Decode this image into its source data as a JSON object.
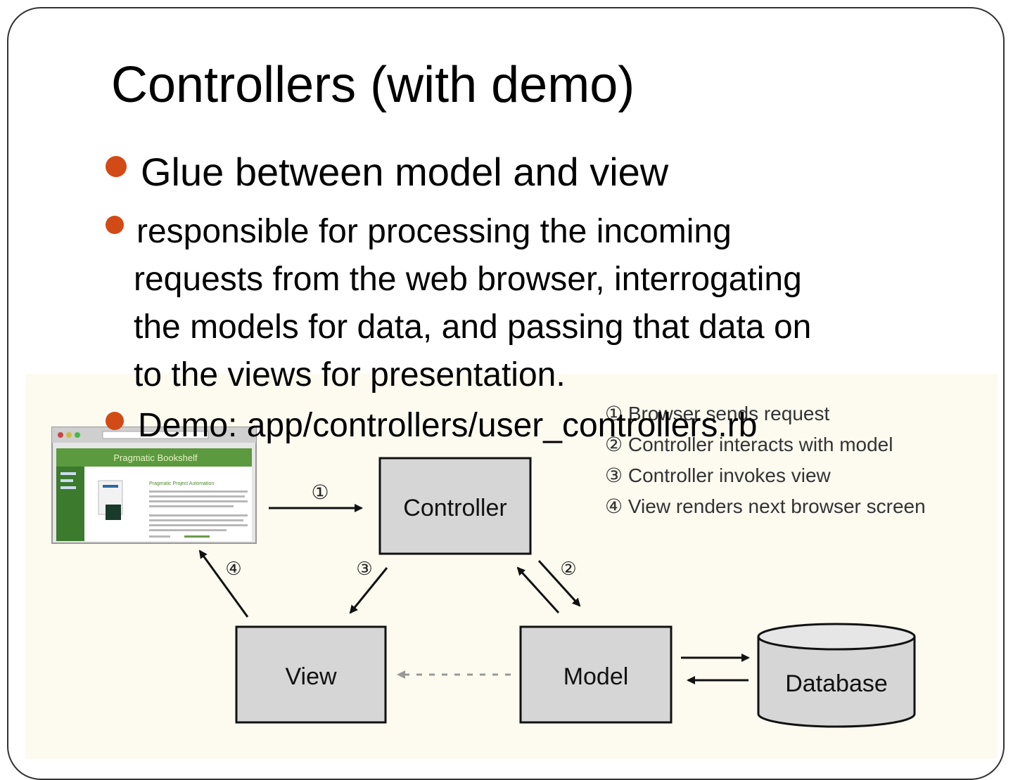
{
  "slide": {
    "title": "Controllers (with demo)",
    "bullets": [
      "Glue between model and view",
      "responsible for processing the incoming",
      "requests from the web browser, interrogating",
      "the models for data, and passing that data on",
      "to the views for presentation.",
      "Demo: app/controllers/user_controllers.rb"
    ]
  },
  "diagram": {
    "nodes": {
      "controller": "Controller",
      "view": "View",
      "model": "Model",
      "database": "Database"
    },
    "step_markers": [
      "①",
      "②",
      "③",
      "④"
    ],
    "legend": [
      "① Browser sends request",
      "② Controller interacts with model",
      "③ Controller invokes view",
      "④ View renders next browser screen"
    ],
    "browser_window": {
      "header_text": "Pragmatic Bookshelf",
      "heading_text": "Pragmatic Project Automation"
    },
    "colors": {
      "box_fill": "#d6d6d6",
      "box_stroke": "#111111",
      "browser_green": "#3c7a2e",
      "accent": "#d24a16"
    }
  }
}
